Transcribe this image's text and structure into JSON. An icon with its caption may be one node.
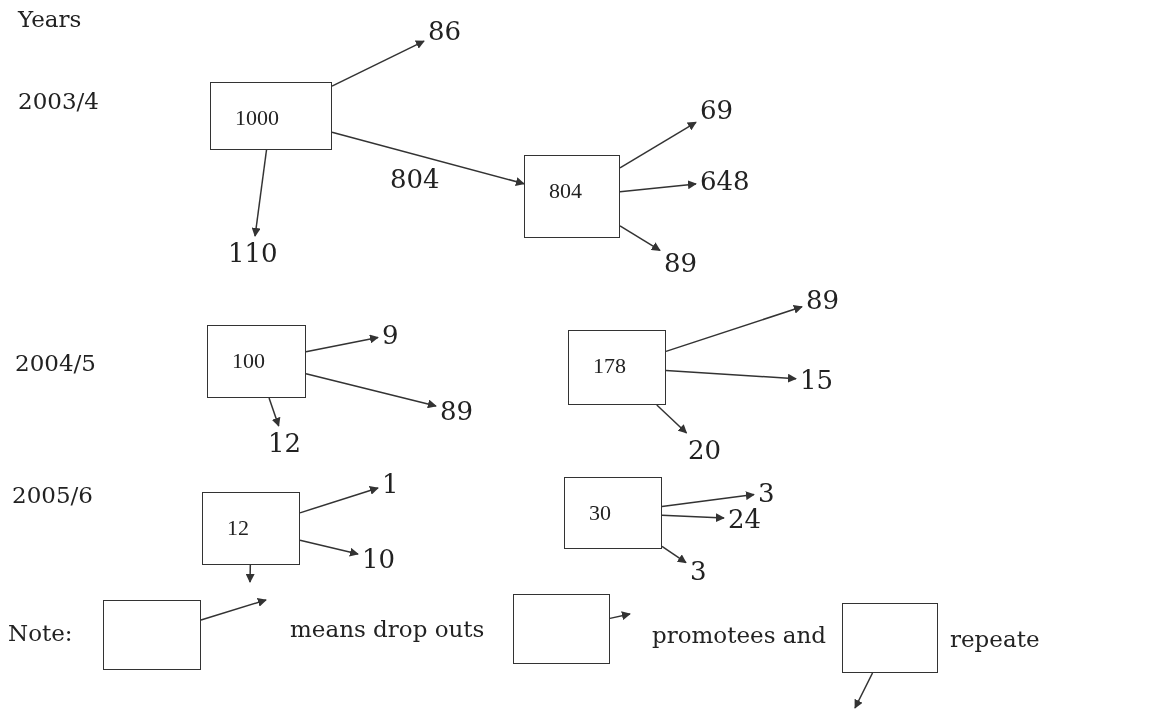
{
  "diagram": {
    "nodes": [
      {
        "text": [
          "86"
        ]
      },
      {
        "text": [
          "1000"
        ]
      },
      {
        "text": [
          "69"
        ]
      },
      {
        "text": [
          "804"
        ]
      },
      {
        "text": [
          "648"
        ]
      },
      {
        "text": [
          "110"
        ]
      },
      {
        "text": [
          "89"
        ]
      },
      {
        "text": [
          "89"
        ]
      },
      {
        "text": [
          "9"
        ]
      },
      {
        "text": [
          "100"
        ]
      },
      {
        "text": [
          "178"
        ]
      },
      {
        "text": [
          "15"
        ]
      },
      {
        "text": [
          "89"
        ]
      },
      {
        "text": [
          "12"
        ]
      },
      {
        "text": [
          "20"
        ]
      },
      {
        "text": [
          "1"
        ]
      },
      {
        "text": [
          "3"
        ]
      },
      {
        "text": [
          "30"
        ]
      },
      {
        "text": [
          "12"
        ]
      },
      {
        "text": [
          "24"
        ]
      },
      {
        "text": [
          "10"
        ]
      },
      {
        "text": [
          "3"
        ]
      },
      {
        "text": [],
        "shape": "box"
      },
      {
        "text": [],
        "shape": "box"
      },
      {
        "text": [],
        "shape": "box"
      }
    ],
    "edges": [
      {
        "from": 1,
        "to": 0,
        "arrow": "to"
      },
      {
        "from": 1,
        "to": 3,
        "arrow": "to",
        "label": "804"
      },
      {
        "from": 1,
        "to": 5,
        "arrow": "to"
      },
      {
        "from": 3,
        "to": 2,
        "arrow": "to"
      },
      {
        "from": 3,
        "to": 4,
        "arrow": "to"
      },
      {
        "from": 3,
        "to": 6,
        "arrow": "to"
      },
      {
        "from": 9,
        "to": 8,
        "arrow": "to"
      },
      {
        "from": 9,
        "to": 12,
        "arrow": "to"
      },
      {
        "from": 9,
        "to": 13,
        "arrow": "to"
      },
      {
        "from": 10,
        "to": 7,
        "arrow": "to"
      },
      {
        "from": 10,
        "to": 11,
        "arrow": "to"
      },
      {
        "from": 10,
        "to": 14,
        "arrow": "to"
      },
      {
        "from": 18,
        "to": 15,
        "arrow": "to"
      },
      {
        "from": 18,
        "to": 20,
        "arrow": "to"
      },
      {
        "from": 18,
        "to": null,
        "arrow": "to"
      },
      {
        "from": 17,
        "to": 16,
        "arrow": "to"
      },
      {
        "from": 17,
        "to": 19,
        "arrow": "to"
      },
      {
        "from": 17,
        "to": 21,
        "arrow": "to"
      },
      {
        "from": 22,
        "to": null,
        "arrow": "to"
      },
      {
        "from": 23,
        "to": null,
        "arrow": "to"
      },
      {
        "from": 24,
        "to": null,
        "arrow": "to"
      }
    ],
    "labels": [
      "Years",
      "2003/4",
      "2004/5",
      "2005/6",
      "Note:",
      "means drop outs",
      "promotees and",
      "repeate"
    ]
  }
}
